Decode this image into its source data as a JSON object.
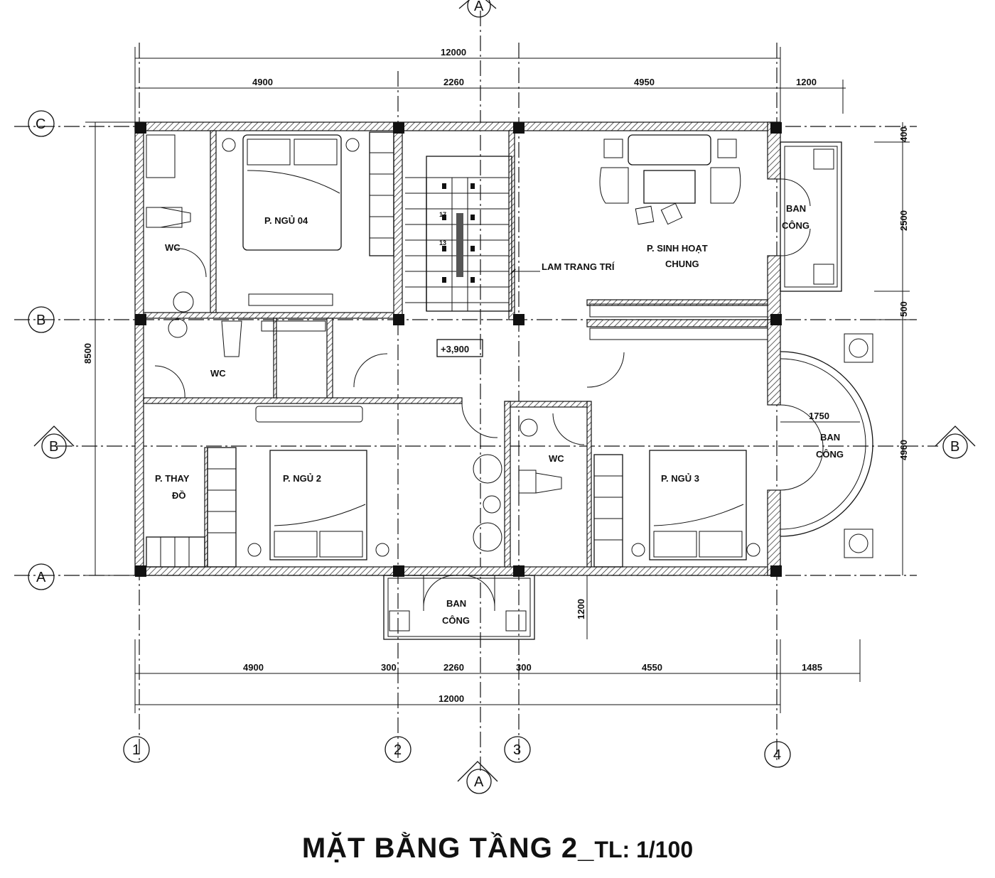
{
  "title": {
    "main": "MẶT BẰNG TẦNG 2_",
    "scale": "TL: 1/100"
  },
  "axes": {
    "c": "C",
    "b": "B",
    "a": "A",
    "n1": "1",
    "n2": "2",
    "n3": "3",
    "n4": "4"
  },
  "dimensions": {
    "top_total": "12000",
    "top_1": "4900",
    "top_2": "2260",
    "top_3": "4950",
    "top_4": "1200",
    "bottom_1": "4900",
    "bottom_2": "300",
    "bottom_3": "2260",
    "bottom_4": "300",
    "bottom_5": "4550",
    "bottom_6": "1485",
    "bottom_total": "12000",
    "right_1": "400",
    "right_2": "2500",
    "right_3": "500",
    "right_4": "4960",
    "left_total": "8500",
    "balcony_depth": "1200",
    "balcony_width": "1750"
  },
  "rooms": {
    "bed4": "P. NGỦ 04",
    "wc1": "WC",
    "wc2": "WC",
    "wc3": "WC",
    "living_1": "P. SINH HOẠT",
    "living_2": "CHUNG",
    "balcony_right_1": "BAN",
    "balcony_right_2": "CÔNG",
    "balcony_round_1": "BAN",
    "balcony_round_2": "CÔNG",
    "balcony_front_1": "BAN",
    "balcony_front_2": "CÔNG",
    "dress_1": "P. THAY",
    "dress_2": "ĐỒ",
    "bed2": "P. NGỦ 2",
    "bed3": "P. NGỦ 3",
    "deco": "LAM TRANG TRÍ",
    "level": "+3,900",
    "stair_17": "17",
    "stair_13": "13"
  }
}
